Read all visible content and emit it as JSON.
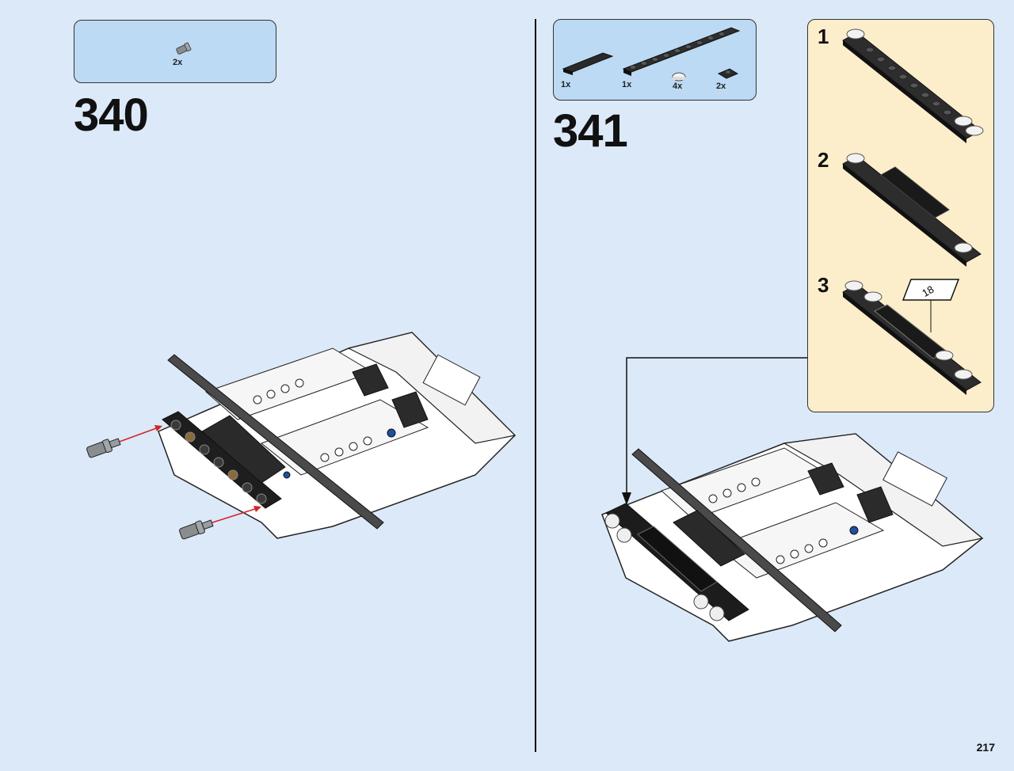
{
  "steps": [
    {
      "number": "340",
      "parts": [
        {
          "name": "pin-with-bush",
          "qty": "2x"
        }
      ]
    },
    {
      "number": "341",
      "parts": [
        {
          "name": "tile-1x4",
          "qty": "1x"
        },
        {
          "name": "plate-1x10",
          "qty": "1x"
        },
        {
          "name": "round-tile-1x1",
          "qty": "4x"
        },
        {
          "name": "jumper-plate",
          "qty": "2x"
        }
      ],
      "substeps": [
        "1",
        "2",
        "3"
      ],
      "sticker": {
        "number": "18"
      }
    }
  ],
  "page_number": "217",
  "colors": {
    "background": "#dce9f8",
    "parts_box": "#bcdaf3",
    "substep_box": "#fdeecb",
    "arrow_red": "#d3252b"
  }
}
